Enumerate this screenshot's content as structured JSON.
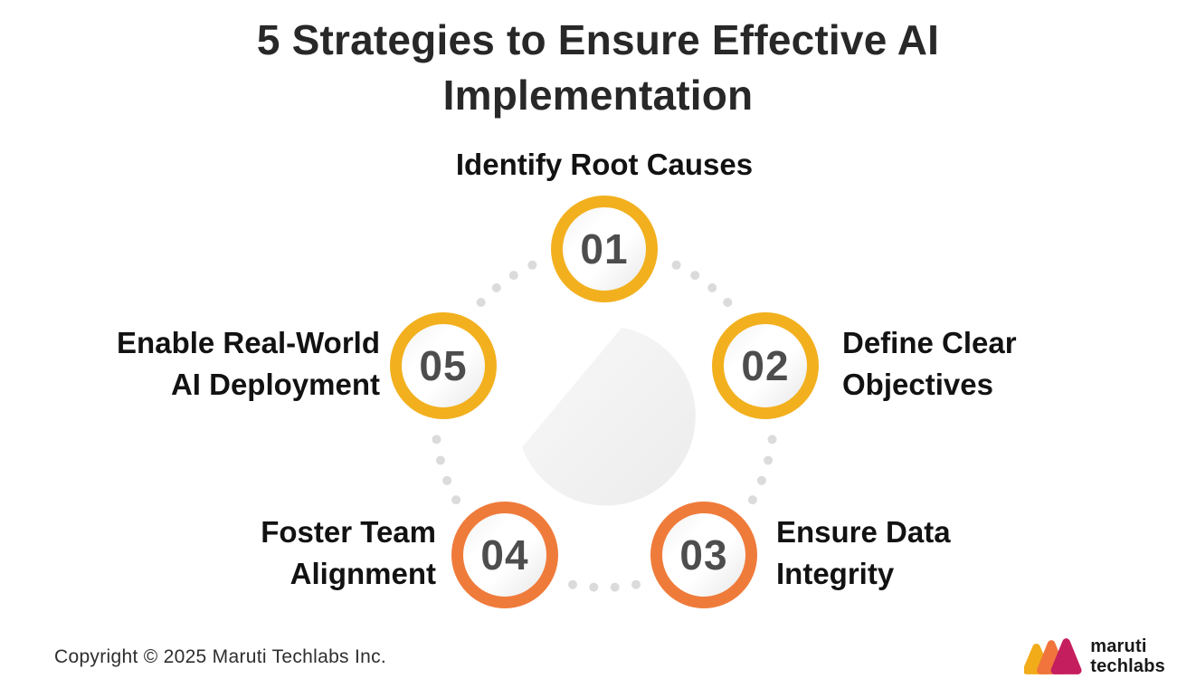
{
  "title": "5 Strategies to Ensure Effective AI Implementation",
  "colors": {
    "yellow": "#F2B01E",
    "orange": "#EF7B3B",
    "number": "#4D4D4D",
    "dot": "#DBDBDB",
    "title": "#282828",
    "label": "#121212",
    "logo_yellow": "#F2AC19",
    "logo_orange": "#F0743C",
    "logo_magenta": "#C51E5F"
  },
  "steps": [
    {
      "number": "01",
      "ring": "yellow",
      "label": "Identify Root Causes",
      "lines": [
        "Identify Root Causes"
      ]
    },
    {
      "number": "02",
      "ring": "yellow",
      "label": "Define Clear Objectives",
      "lines": [
        "Define Clear",
        "Objectives"
      ]
    },
    {
      "number": "03",
      "ring": "orange",
      "label": "Ensure Data Integrity",
      "lines": [
        "Ensure Data",
        "Integrity"
      ]
    },
    {
      "number": "04",
      "ring": "orange",
      "label": "Foster Team Alignment",
      "lines": [
        "Foster Team",
        "Alignment"
      ]
    },
    {
      "number": "05",
      "ring": "yellow",
      "label": "Enable Real-World AI Deployment",
      "lines": [
        "Enable Real-World",
        "AI Deployment"
      ]
    }
  ],
  "footer": {
    "copyright": "Copyright © 2025 Maruti Techlabs Inc.",
    "logo": {
      "line1": "maruti",
      "line2": "techlabs"
    }
  }
}
